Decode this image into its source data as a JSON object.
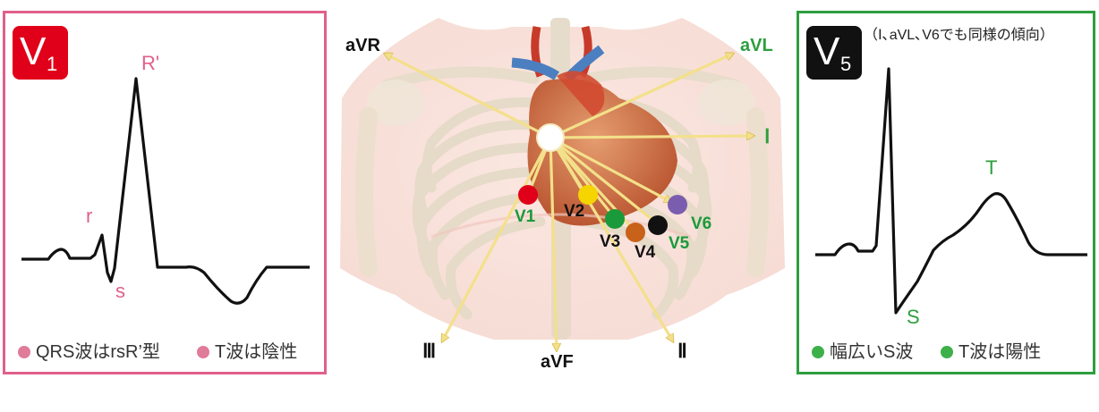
{
  "left_panel": {
    "badge_main": "V",
    "badge_sub": "1",
    "labels": {
      "r_prime": "R'",
      "r": "r",
      "s": "s"
    },
    "captions": [
      "QRS波はrsR’型",
      "T波は陰性"
    ],
    "accent": "#e0608c"
  },
  "right_panel": {
    "badge_main": "V",
    "badge_sub": "5",
    "note": "（Ⅰ､aVL､V6でも同様の傾向）",
    "labels": {
      "t": "T",
      "s": "S"
    },
    "captions": [
      "幅広いS波",
      "T波は陽性"
    ],
    "accent": "#2e9e3e"
  },
  "center": {
    "axes": {
      "avr": "aVR",
      "avl": "aVL",
      "lead_i": "Ⅰ",
      "lead_ii": "Ⅱ",
      "lead_iii": "Ⅲ",
      "avf": "aVF"
    },
    "chest_leads": [
      {
        "name": "V1",
        "color": "#e10019"
      },
      {
        "name": "V2",
        "color": "#f5d400"
      },
      {
        "name": "V3",
        "color": "#1a9a3a"
      },
      {
        "name": "V4",
        "color": "#c8621a"
      },
      {
        "name": "V5",
        "color": "#111111"
      },
      {
        "name": "V6",
        "color": "#7b5db0"
      }
    ]
  }
}
